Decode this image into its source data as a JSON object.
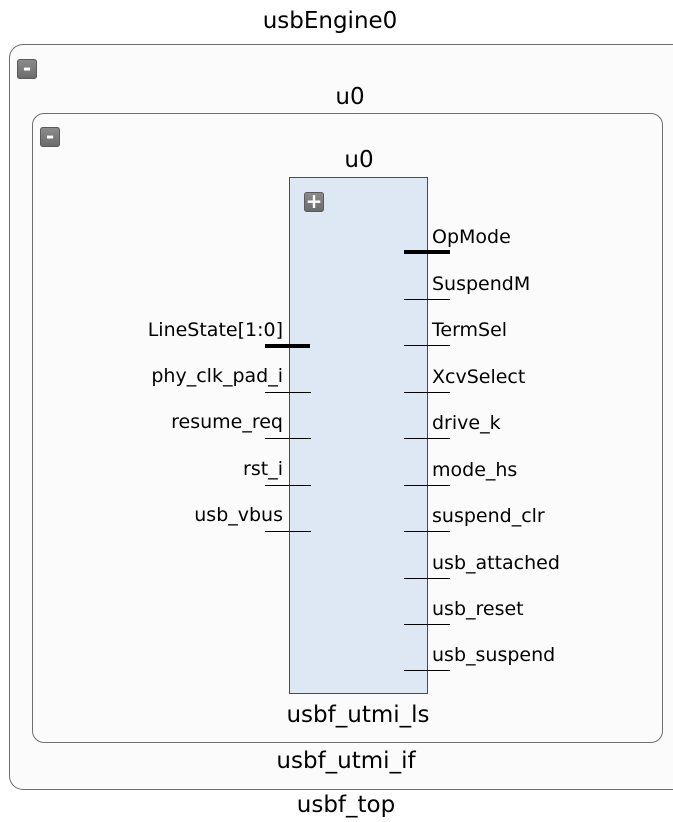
{
  "top_module": {
    "name": "usbf_top"
  },
  "instance_top": {
    "name": "usbEngine0",
    "module": "usbf_utmi_if",
    "collapse_icon": "minus-icon",
    "collapse_symbol": "-"
  },
  "instance_mid": {
    "name": "u0",
    "collapse_icon": "minus-icon",
    "collapse_symbol": "-"
  },
  "block": {
    "name": "u0",
    "module": "usbf_utmi_ls",
    "expand_icon": "plus-icon",
    "expand_symbol": "+",
    "fill_color": "#dde8f4"
  },
  "input_pins": [
    "LineState[1:0]",
    "phy_clk_pad_i",
    "resume_req",
    "rst_i",
    "usb_vbus"
  ],
  "output_pins": [
    "OpMode",
    "SuspendM",
    "TermSel",
    "XcvSelect",
    "drive_k",
    "mode_hs",
    "suspend_clr",
    "usb_attached",
    "usb_reset",
    "usb_suspend"
  ]
}
